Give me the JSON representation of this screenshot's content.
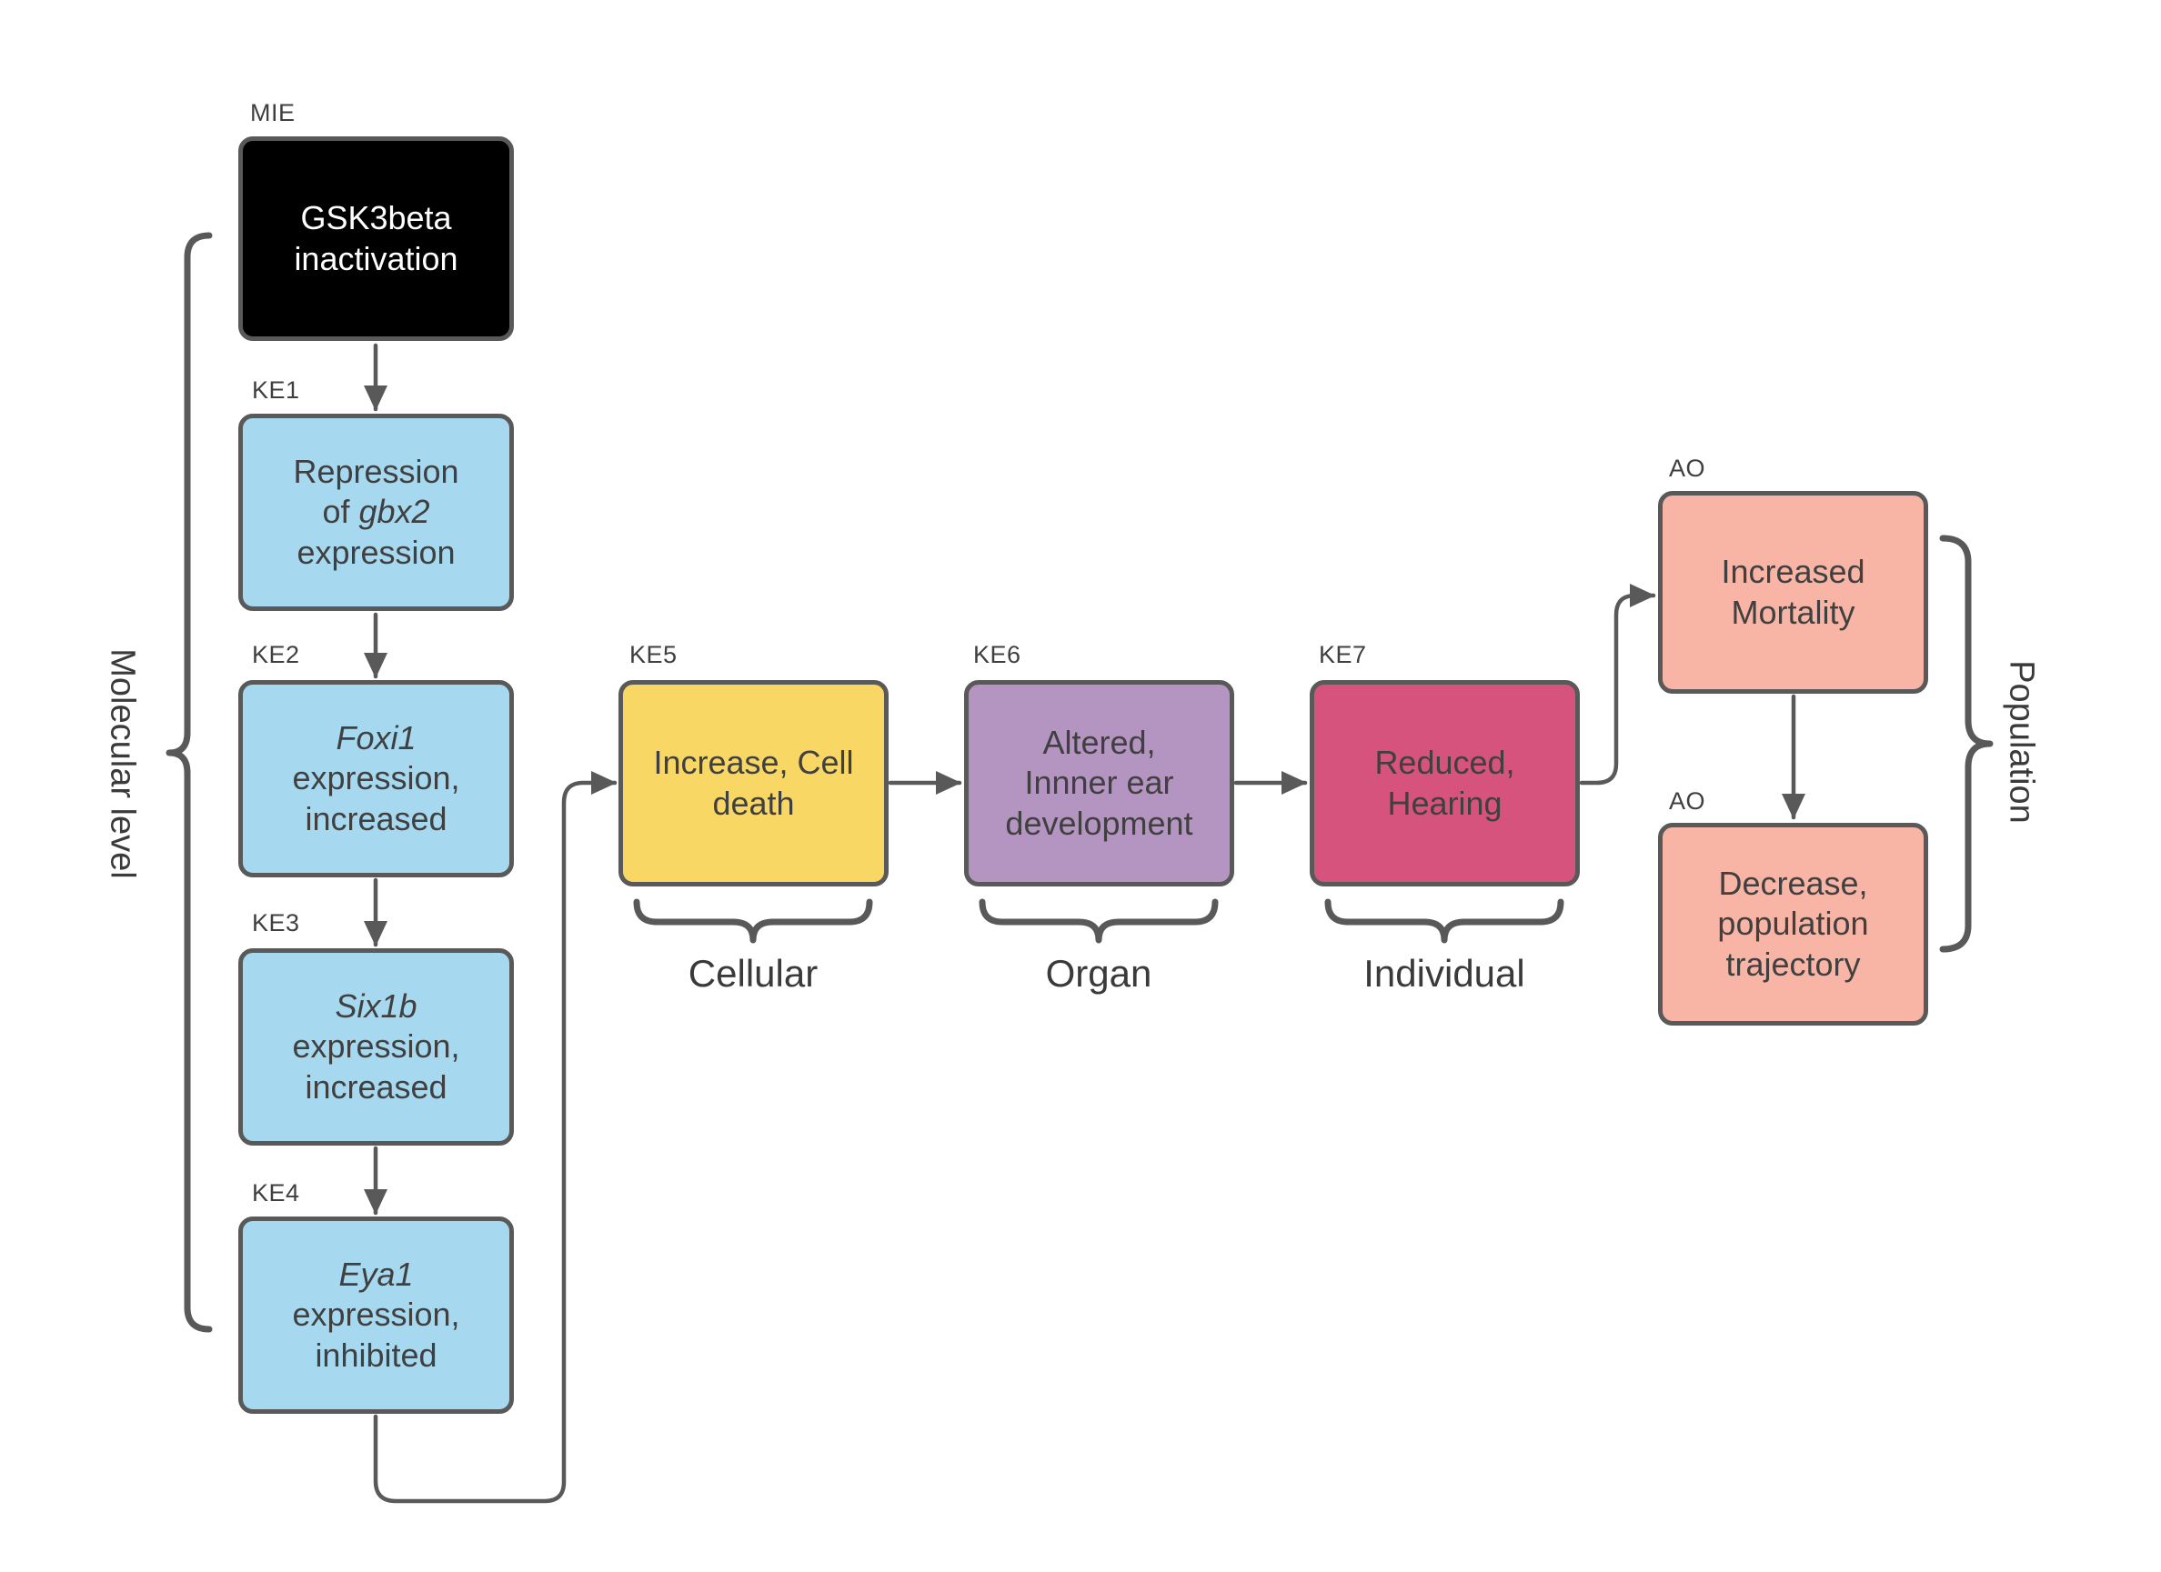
{
  "colors": {
    "background": "#ffffff",
    "node_border": "#595959",
    "connector": "#595959",
    "brace": "#595959",
    "text": "#404040",
    "tag_text": "#3f3f3f",
    "mie_fill": "#000000",
    "mie_text": "#ffffff",
    "molecular_ke_fill": "#a6d8f0",
    "cellular_ke_fill": "#f8d765",
    "organ_ke_fill": "#b494c0",
    "individual_ke_fill": "#d5537d",
    "ao_fill": "#f8b4a4"
  },
  "tags": {
    "mie": "MIE",
    "ke1": "KE1",
    "ke2": "KE2",
    "ke3": "KE3",
    "ke4": "KE4",
    "ke5": "KE5",
    "ke6": "KE6",
    "ke7": "KE7",
    "ao1": "AO",
    "ao2": "AO"
  },
  "nodes": [
    {
      "id": "mie",
      "fill": "mie_fill",
      "text_color": "#ffffff",
      "lines": [
        [
          {
            "t": "GSK3beta"
          }
        ],
        [
          {
            "t": "inactivation"
          }
        ]
      ]
    },
    {
      "id": "ke1",
      "fill": "molecular_ke_fill",
      "lines": [
        [
          {
            "t": "Repression"
          }
        ],
        [
          {
            "t": "of "
          },
          {
            "t": "gbx2",
            "i": true
          }
        ],
        [
          {
            "t": "expression"
          }
        ]
      ]
    },
    {
      "id": "ke2",
      "fill": "molecular_ke_fill",
      "lines": [
        [
          {
            "t": "Foxi1",
            "i": true
          }
        ],
        [
          {
            "t": "expression,"
          }
        ],
        [
          {
            "t": "increased"
          }
        ]
      ]
    },
    {
      "id": "ke3",
      "fill": "molecular_ke_fill",
      "lines": [
        [
          {
            "t": "Six1b",
            "i": true
          }
        ],
        [
          {
            "t": "expression,"
          }
        ],
        [
          {
            "t": "increased"
          }
        ]
      ]
    },
    {
      "id": "ke4",
      "fill": "molecular_ke_fill",
      "lines": [
        [
          {
            "t": "Eya1",
            "i": true
          }
        ],
        [
          {
            "t": "expression,"
          }
        ],
        [
          {
            "t": "inhibited"
          }
        ]
      ]
    },
    {
      "id": "ke5",
      "fill": "cellular_ke_fill",
      "lines": [
        [
          {
            "t": "Increase, Cell"
          }
        ],
        [
          {
            "t": "death"
          }
        ]
      ]
    },
    {
      "id": "ke6",
      "fill": "organ_ke_fill",
      "lines": [
        [
          {
            "t": "Altered,"
          }
        ],
        [
          {
            "t": "Innner ear"
          }
        ],
        [
          {
            "t": "development"
          }
        ]
      ]
    },
    {
      "id": "ke7",
      "fill": "individual_ke_fill",
      "lines": [
        [
          {
            "t": "Reduced,"
          }
        ],
        [
          {
            "t": "Hearing"
          }
        ]
      ]
    },
    {
      "id": "ao1",
      "fill": "ao_fill",
      "lines": [
        [
          {
            "t": "Increased"
          }
        ],
        [
          {
            "t": "Mortality"
          }
        ]
      ]
    },
    {
      "id": "ao2",
      "fill": "ao_fill",
      "lines": [
        [
          {
            "t": "Decrease,"
          }
        ],
        [
          {
            "t": "population"
          }
        ],
        [
          {
            "t": "trajectory"
          }
        ]
      ]
    }
  ],
  "side_labels": {
    "left": "Molecular level",
    "right": "Population"
  },
  "level_labels": {
    "cellular": "Cellular",
    "organ": "Organ",
    "individual": "Individual"
  }
}
